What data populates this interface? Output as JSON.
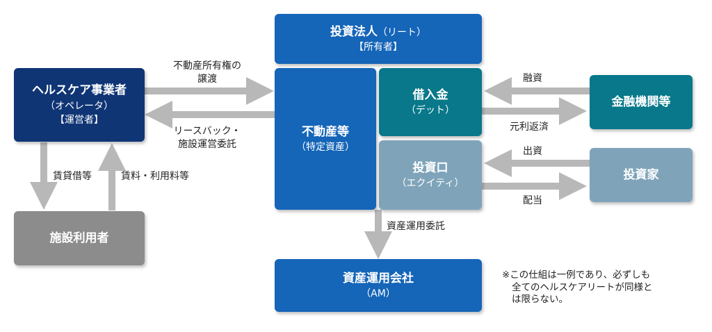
{
  "boxes": {
    "reit": {
      "title": "投資法人",
      "title_paren": "（リート）",
      "sub": "【所有者】"
    },
    "operator": {
      "title": "ヘルスケア事業者",
      "sub1": "（オペレータ）",
      "sub2": "【運営者】"
    },
    "realestate": {
      "title": "不動産等",
      "sub": "（特定資産）"
    },
    "debt": {
      "title": "借入金",
      "sub": "（デット）"
    },
    "equity": {
      "title": "投資口",
      "sub": "（エクイティ）"
    },
    "bank": {
      "title": "金融機関等"
    },
    "investor": {
      "title": "投資家"
    },
    "user": {
      "title": "施設利用者"
    },
    "am": {
      "title": "資産運用会社",
      "sub": "（AM）"
    }
  },
  "labels": {
    "transfer_1": "不動産所有権の",
    "transfer_2": "譲渡",
    "leaseback_1": "リースバック・",
    "leaseback_2": "施設運営委託",
    "lease": "賃貸借等",
    "rent": "賃料・利用料等",
    "loan": "融資",
    "repay": "元利返済",
    "invest": "出資",
    "dividend": "配当",
    "am_entrust": "資産運用委託"
  },
  "note": {
    "line1": "※この仕組は一例であり、必ずしも",
    "line2": "全てのヘルスケアリートが同様と",
    "line3": "は限らない。"
  },
  "colors": {
    "blue": "#1565b8",
    "navy": "#0f3575",
    "teal": "#08788a",
    "steel": "#7fa4ba",
    "gray": "#8c8c8c",
    "arrow": "#b8b8b8"
  }
}
